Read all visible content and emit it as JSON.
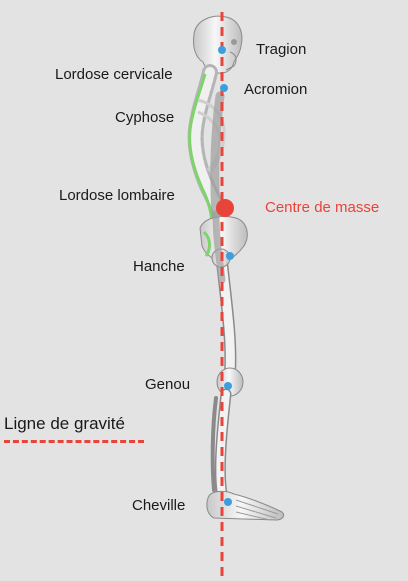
{
  "labels": {
    "tragion": "Tragion",
    "acromion": "Acromion",
    "lordose_cervicale": "Lordose cervicale",
    "cyphose": "Cyphose",
    "lordose_lombaire": "Lordose lombaire",
    "centre_de_masse": "Centre de masse",
    "hanche": "Hanche",
    "genou": "Genou",
    "cheville": "Cheville"
  },
  "legend": {
    "label": "Ligne de gravité"
  },
  "colors": {
    "gravity_line": "#e8443a",
    "landmark": "#3a9ee0",
    "spine_curve": "#7fd36b",
    "bone": "#f2f2f2",
    "bone_outline": "#8a8a8a"
  }
}
